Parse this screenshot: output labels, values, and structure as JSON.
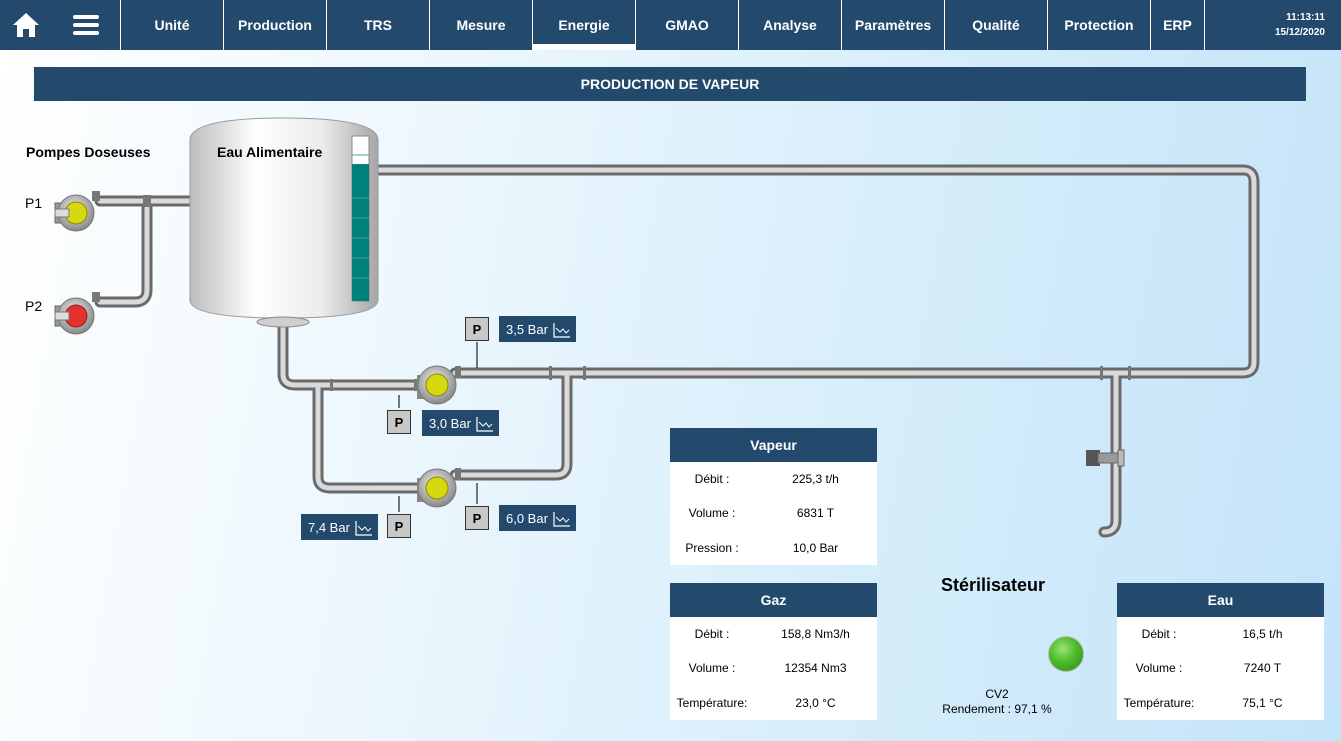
{
  "topbar": {
    "home_icon": "home-icon",
    "menu_icon": "hamburger-menu-icon",
    "tabs": [
      {
        "label": "Unité"
      },
      {
        "label": "Production"
      },
      {
        "label": "TRS"
      },
      {
        "label": "Mesure"
      },
      {
        "label": "Energie",
        "active": true
      },
      {
        "label": "GMAO"
      },
      {
        "label": "Analyse"
      },
      {
        "label": "Paramètres"
      },
      {
        "label": "Qualité"
      },
      {
        "label": "Protection"
      },
      {
        "label": "ERP"
      }
    ],
    "time": "11:13:11",
    "date": "15/12/2020"
  },
  "page_title": "PRODUCTION DE VAPEUR",
  "diagram": {
    "pumps_title": "Pompes Doseuses",
    "tank_title": "Eau Alimentaire",
    "tank_level_percent": 83,
    "pump_labels": [
      "P1",
      "P2"
    ],
    "pump_status_colors": {
      "P1": "#d8d810",
      "P2": "#e53030"
    },
    "sensor_label": "P",
    "pressures": [
      {
        "value": "3,5 Bar"
      },
      {
        "value": "3,0 Bar"
      },
      {
        "value": "7,4 Bar"
      },
      {
        "value": "6,0 Bar"
      }
    ],
    "trend_icon": "trend-chart-icon"
  },
  "vapeur": {
    "title": "Vapeur",
    "rows": [
      {
        "label": "Débit :",
        "value": "225,3 t/h"
      },
      {
        "label": "Volume :",
        "value": "6831 T"
      },
      {
        "label": "Pression :",
        "value": "10,0 Bar"
      }
    ]
  },
  "gaz": {
    "title": "Gaz",
    "rows": [
      {
        "label": "Débit :",
        "value": "158,8 Nm3/h"
      },
      {
        "label": "Volume :",
        "value": "12354 Nm3"
      },
      {
        "label": "Température:",
        "value": "23,0 °C"
      }
    ]
  },
  "eau": {
    "title": "Eau",
    "rows": [
      {
        "label": "Débit :",
        "value": "16,5 t/h"
      },
      {
        "label": "Volume :",
        "value": "7240 T"
      },
      {
        "label": "Température:",
        "value": "75,1 °C"
      }
    ]
  },
  "sterilisateur": {
    "title": "Stérilisateur",
    "status_color": "#4cbb2a",
    "cv_label": "CV2",
    "rendement": "Rendement : 97,1 %"
  },
  "colors": {
    "accent": "#234a6c",
    "pump_ok": "#d8d810",
    "pump_alarm": "#e53030",
    "tank_fill": "#00807a"
  }
}
